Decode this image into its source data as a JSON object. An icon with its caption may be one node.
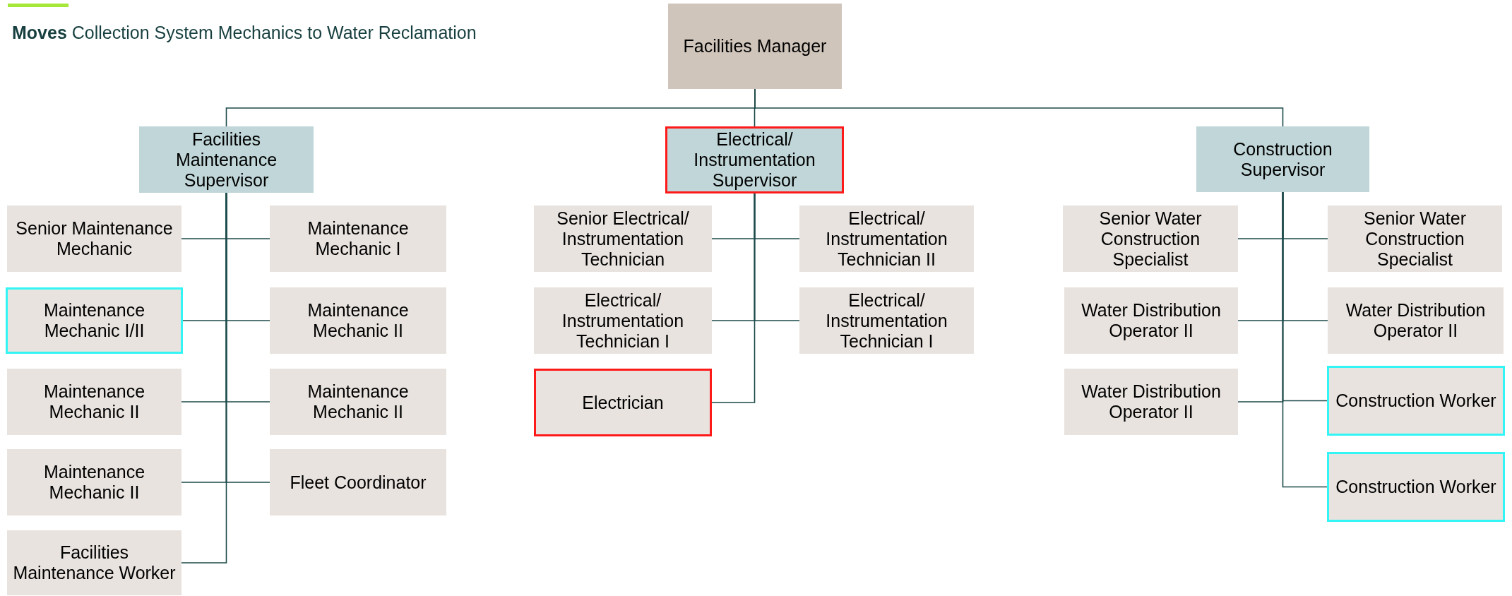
{
  "diagram": {
    "title": "**Moves** Collection System Mechanics to Water Reclamation",
    "nodes": [
      {
        "text": [
          "Facilities Manager"
        ]
      },
      {
        "text": [
          "Facilities Maintenance Supervisor"
        ]
      },
      {
        "text": [
          "Electrical/ Instrumentation Supervisor"
        ]
      },
      {
        "text": [
          "Construction Supervisor"
        ]
      },
      {
        "text": [
          "Senior Maintenance Mechanic"
        ]
      },
      {
        "text": [
          "Maintenance Mechanic I"
        ]
      },
      {
        "text": [
          "Maintenance Mechanic I/II"
        ]
      },
      {
        "text": [
          "Maintenance Mechanic II"
        ]
      },
      {
        "text": [
          "Maintenance Mechanic II"
        ]
      },
      {
        "text": [
          "Maintenance Mechanic II"
        ]
      },
      {
        "text": [
          "Maintenance Mechanic II"
        ]
      },
      {
        "text": [
          "Fleet Coordinator"
        ]
      },
      {
        "text": [
          "Facilities Maintenance Worker"
        ]
      },
      {
        "text": [
          "Senior Electrical/ Instrumentation Technician"
        ]
      },
      {
        "text": [
          "Electrical/ Instrumentation Technician II"
        ]
      },
      {
        "text": [
          "Electrical/ Instrumentation Technician I"
        ]
      },
      {
        "text": [
          "Electrical/ Instrumentation Technician I"
        ]
      },
      {
        "text": [
          "Electrician"
        ]
      },
      {
        "text": [
          "Senior Water Construction Specialist"
        ]
      },
      {
        "text": [
          "Senior Water Construction Specialist"
        ]
      },
      {
        "text": [
          "Water Distribution Operator II"
        ]
      },
      {
        "text": [
          "Water Distribution Operator II"
        ]
      },
      {
        "text": [
          "Water Distribution Operator II"
        ]
      },
      {
        "text": [
          "Construction Worker"
        ]
      },
      {
        "text": [
          "Construction Worker"
        ]
      }
    ],
    "edges": [
      {
        "from": 0,
        "to": 1,
        "arrow": "none"
      },
      {
        "from": 0,
        "to": 2,
        "arrow": "none"
      },
      {
        "from": 0,
        "to": 3,
        "arrow": "none"
      },
      {
        "from": 1,
        "to": 4,
        "arrow": "none"
      },
      {
        "from": 1,
        "to": 5,
        "arrow": "none"
      },
      {
        "from": 1,
        "to": 6,
        "arrow": "none"
      },
      {
        "from": 1,
        "to": 7,
        "arrow": "none"
      },
      {
        "from": 1,
        "to": 8,
        "arrow": "none"
      },
      {
        "from": 1,
        "to": 9,
        "arrow": "none"
      },
      {
        "from": 1,
        "to": 10,
        "arrow": "none"
      },
      {
        "from": 1,
        "to": 11,
        "arrow": "none"
      },
      {
        "from": 1,
        "to": 12,
        "arrow": "none"
      },
      {
        "from": 2,
        "to": 13,
        "arrow": "none"
      },
      {
        "from": 2,
        "to": 14,
        "arrow": "none"
      },
      {
        "from": 2,
        "to": 15,
        "arrow": "none"
      },
      {
        "from": 2,
        "to": 16,
        "arrow": "none"
      },
      {
        "from": 2,
        "to": 17,
        "arrow": "none"
      },
      {
        "from": 3,
        "to": 18,
        "arrow": "none"
      },
      {
        "from": 3,
        "to": 19,
        "arrow": "none"
      },
      {
        "from": 3,
        "to": 20,
        "arrow": "none"
      },
      {
        "from": 3,
        "to": 21,
        "arrow": "none"
      },
      {
        "from": 3,
        "to": 22,
        "arrow": "none"
      },
      {
        "from": 3,
        "to": 23,
        "arrow": "none"
      },
      {
        "from": 3,
        "to": 24,
        "arrow": "none"
      }
    ]
  }
}
